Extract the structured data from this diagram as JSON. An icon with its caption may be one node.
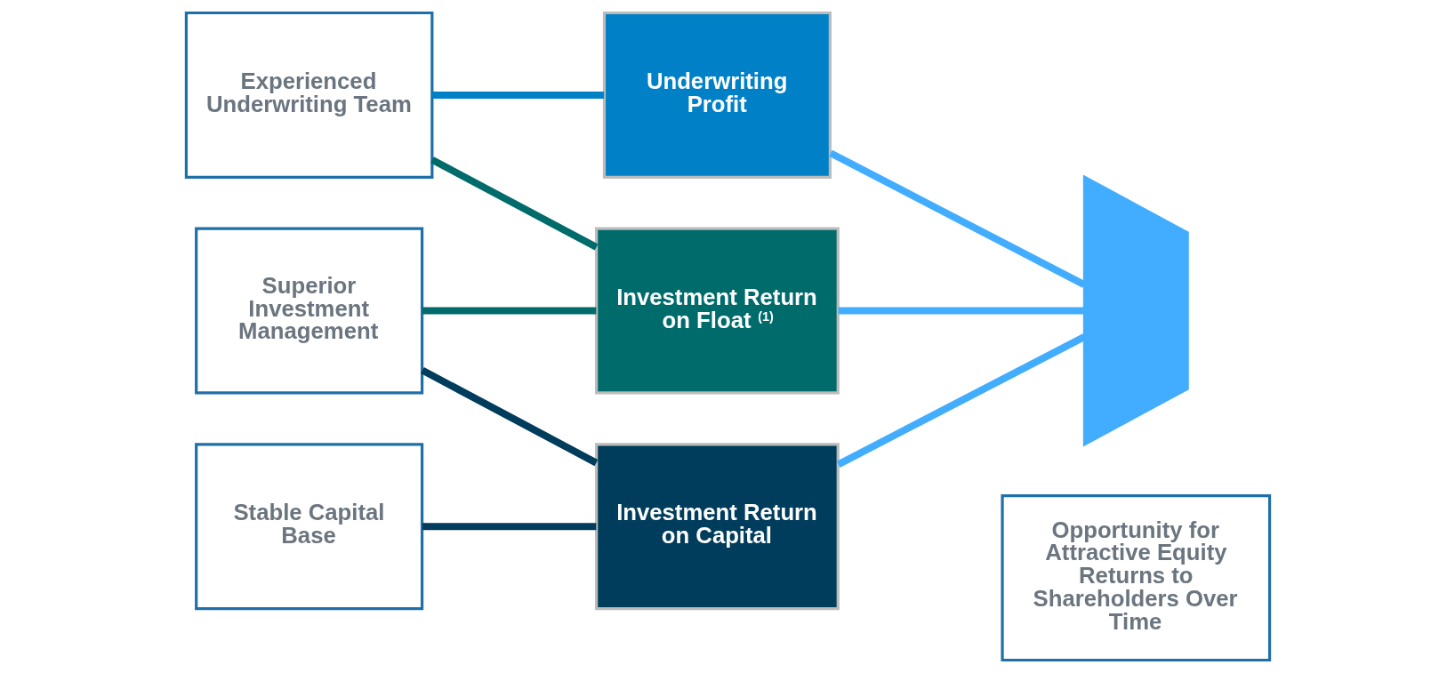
{
  "diagram": {
    "nodes": [
      {
        "text": [
          "Experienced Underwriting Team"
        ]
      },
      {
        "text": [
          "Superior Investment Management"
        ]
      },
      {
        "text": [
          "Stable Capital Base"
        ]
      },
      {
        "text": [
          "Underwriting Profit"
        ]
      },
      {
        "text": [
          "Investment Return on Float $^{(1)}$"
        ]
      },
      {
        "text": [
          "Investment Return on Capital"
        ]
      },
      {
        "text": [],
        "shape": "funnel"
      },
      {
        "text": [
          "Opportunity for Attractive Equity Returns to Shareholders Over Time"
        ]
      }
    ],
    "edges": [
      {
        "from": 0,
        "to": 3,
        "arrow": "none",
        "color": "#0080c6"
      },
      {
        "from": 0,
        "to": 4,
        "arrow": "none",
        "color": "#006b6b"
      },
      {
        "from": 1,
        "to": 4,
        "arrow": "none",
        "color": "#006b6b"
      },
      {
        "from": 1,
        "to": 5,
        "arrow": "none",
        "color": "#003d5c"
      },
      {
        "from": 2,
        "to": 5,
        "arrow": "none",
        "color": "#003d5c"
      },
      {
        "from": 3,
        "to": 6,
        "arrow": "none",
        "color": "#42adff"
      },
      {
        "from": 4,
        "to": 6,
        "arrow": "none",
        "color": "#42adff"
      },
      {
        "from": 5,
        "to": 6,
        "arrow": "none",
        "color": "#42adff"
      }
    ]
  }
}
